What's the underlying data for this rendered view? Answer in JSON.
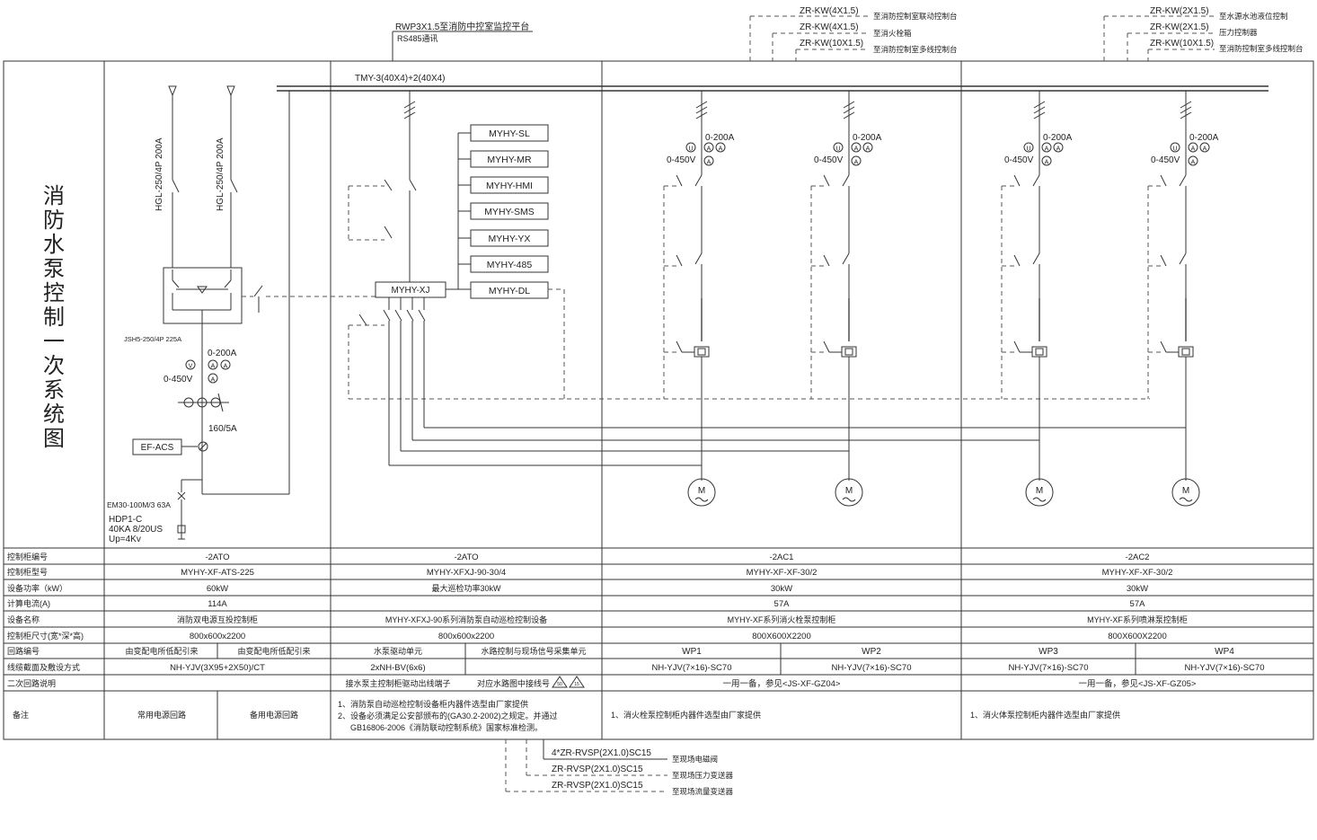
{
  "title_vertical": "消防水泵控制一次系统图",
  "top_cables": {
    "center": {
      "line1": "RWP3X1.5至消防中控室监控平台",
      "line2": "RS485通讯"
    },
    "mid": [
      {
        "cable": "ZR-KW(4X1.5)",
        "dest": "至消防控制室联动控制台"
      },
      {
        "cable": "ZR-KW(4X1.5)",
        "dest": "至消火栓箱"
      },
      {
        "cable": "ZR-KW(10X1.5)",
        "dest": "至消防控制室多线控制台"
      }
    ],
    "right": [
      {
        "cable": "ZR-KW(2X1.5)",
        "dest": "至水源水池液位控制"
      },
      {
        "cable": "ZR-KW(2X1.5)",
        "dest": "压力控制器"
      },
      {
        "cable": "ZR-KW(10X1.5)",
        "dest": "至消防控制室多线控制台"
      }
    ]
  },
  "busbar_label": "TMY-3(40X4)+2(40X4)",
  "incoming": {
    "breaker1": "HGL-250/4P 200A",
    "breaker2": "HGL-250/4P 200A",
    "ats": "JSH5-250/4P 225A",
    "amp_range": "0-200A",
    "volt_range": "0-450V",
    "ct": "160/5A",
    "leak": "EF-ACS",
    "spd_breaker": "EM30-100M/3 63A",
    "spd": [
      "HDP1-C",
      "40KA 8/20US",
      "Up=4Kv"
    ]
  },
  "modules": {
    "hub": "MYHY-XJ",
    "items": [
      "MYHY-SL",
      "MYHY-MR",
      "MYHY-HMI",
      "MYHY-SMS",
      "MYHY-YX",
      "MYHY-485",
      "MYHY-DL"
    ]
  },
  "feeders": [
    {
      "amp": "0-200A",
      "volt": "0-450V"
    },
    {
      "amp": "0-200A",
      "volt": "0-450V"
    },
    {
      "amp": "0-200A",
      "volt": "0-450V"
    },
    {
      "amp": "0-200A",
      "volt": "0-450V"
    }
  ],
  "meter_symbols": {
    "v": "V",
    "a": "A",
    "u": "U",
    "m": "M"
  },
  "table": {
    "row_labels": [
      "控制柜编号",
      "控制柜型号",
      "设备功率（kW）",
      "计算电流(A)",
      "设备名称",
      "控制柜尺寸(宽*深*高)",
      "回路编号",
      "线缆截面及敷设方式",
      "二次回路说明",
      "备注"
    ],
    "col1": {
      "id": "-2ATO",
      "model": "MYHY-XF-ATS-225",
      "power": "60kW",
      "current": "114A",
      "name": "消防双电源互投控制柜",
      "size": "800x600x2200",
      "circuit_a": "由变配电所低配引来",
      "circuit_b": "由变配电所低配引来",
      "cable": "NH-YJV(3X95+2X50)/CT",
      "note_a": "常用电源回路",
      "note_b": "备用电源回路"
    },
    "col2": {
      "id": "-2ATO",
      "model": "MYHY-XFXJ-90-30/4",
      "power": "最大巡检功率30kW",
      "name": "MYHY-XFXJ-90系列消防泵自动巡检控制设备",
      "size": "800x600x2200",
      "circuit_a": "水泵驱动单元",
      "circuit_b": "水路控制与现场信号采集单元",
      "cable": "2xNH-BV(6x6)",
      "secondary_a": "接水泵主控制柜驱动出线端子",
      "secondary_b": "对应水路图中接线号",
      "tag1": "50",
      "tag2": "15",
      "remarks": [
        "1、消防泵自动巡检控制设备柜内器件选型由厂家提供",
        "2、设备必须满足公安部颁布的(GA30.2-2002)之规定。并通过",
        "GB16806-2006《消防联动控制系统》国家标准检测。"
      ]
    },
    "col3": {
      "id": "-2AC1",
      "model": "MYHY-XF-XF-30/2",
      "power": "30kW",
      "current": "57A",
      "name": "MYHY-XF系列消火栓泵控制柜",
      "size": "800X600X2200",
      "circuit_a": "WP1",
      "circuit_b": "WP2",
      "cable_a": "NH-YJV(7×16)-SC70",
      "cable_b": "NH-YJV(7×16)-SC70",
      "secondary": "一用一备，参见<JS-XF-GZ04>",
      "remark": "1、消火栓泵控制柜内器件选型由厂家提供"
    },
    "col4": {
      "id": "-2AC2",
      "model": "MYHY-XF-XF-30/2",
      "power": "30kW",
      "current": "57A",
      "name": "MYHY-XF系列喷淋泵控制柜",
      "size": "800X600X2200",
      "circuit_a": "WP3",
      "circuit_b": "WP4",
      "cable_a": "NH-YJV(7×16)-SC70",
      "cable_b": "NH-YJV(7×16)-SC70",
      "secondary": "一用一备，参见<JS-XF-GZ05>",
      "remark": "1、消火体泵控制柜内器件选型由厂家提供"
    }
  },
  "bottom_cables": [
    {
      "cable": "4*ZR-RVSP(2X1.0)SC15",
      "dest": "至现场电磁阀"
    },
    {
      "cable": "ZR-RVSP(2X1.0)SC15",
      "dest": "至现场压力变送器"
    },
    {
      "cable": "ZR-RVSP(2X1.0)SC15",
      "dest": "至现场流量变送器"
    }
  ]
}
